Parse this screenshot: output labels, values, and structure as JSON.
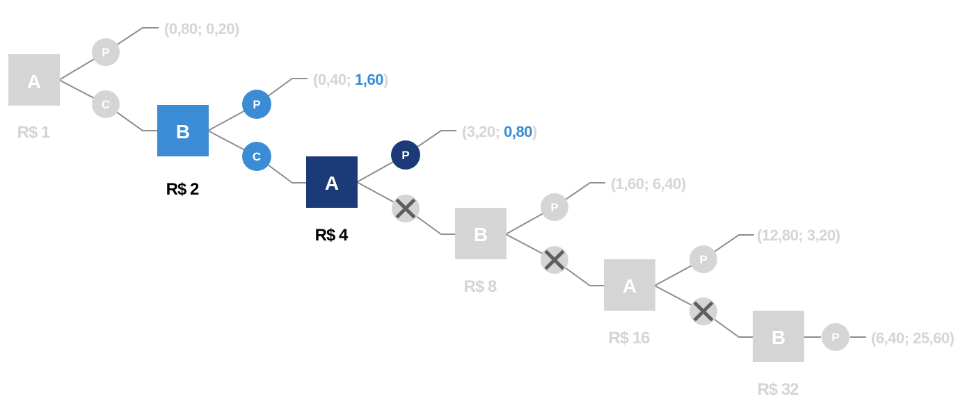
{
  "players": {
    "a": "A",
    "b": "B"
  },
  "actions": {
    "pass": "P",
    "continue": "C"
  },
  "nodes": [
    {
      "player": "A",
      "amount": "R$ 1",
      "state": "faded"
    },
    {
      "player": "B",
      "amount": "R$ 2",
      "state": "active-light"
    },
    {
      "player": "A",
      "amount": "R$ 4",
      "state": "active-dark"
    },
    {
      "player": "B",
      "amount": "R$ 8",
      "state": "faded"
    },
    {
      "player": "A",
      "amount": "R$ 16",
      "state": "faded"
    },
    {
      "player": "B",
      "amount": "R$ 32",
      "state": "faded"
    }
  ],
  "payoffs": [
    {
      "open": "(",
      "first": "0,80",
      "sep": "; ",
      "second": "0,20",
      "close": ")",
      "highlight_second": false
    },
    {
      "open": "(",
      "first": "0,40",
      "sep": "; ",
      "second": "1,60",
      "close": ")",
      "highlight_second": true
    },
    {
      "open": "(",
      "first": "3,20",
      "sep": "; ",
      "second": "0,80",
      "close": ")",
      "highlight_second": true
    },
    {
      "open": "(",
      "first": "1,60",
      "sep": "; ",
      "second": "6,40",
      "close": ")",
      "highlight_second": false
    },
    {
      "open": "(",
      "first": "12,80",
      "sep": "; ",
      "second": "3,20",
      "close": ")",
      "highlight_second": false
    },
    {
      "open": "(",
      "first": "6,40",
      "sep": "; ",
      "second": "25,60",
      "close": ")",
      "highlight_second": false
    }
  ],
  "colors": {
    "faded_box": "#d5d5d5",
    "faded_text": "#d5d5d5",
    "active_light": "#3b8cd4",
    "active_dark": "#1b3a78",
    "connector": "#8d8d8d",
    "cross": "#5e5e5e",
    "active_amount": "#000000"
  },
  "icons": {
    "blocked": "cross-icon"
  }
}
